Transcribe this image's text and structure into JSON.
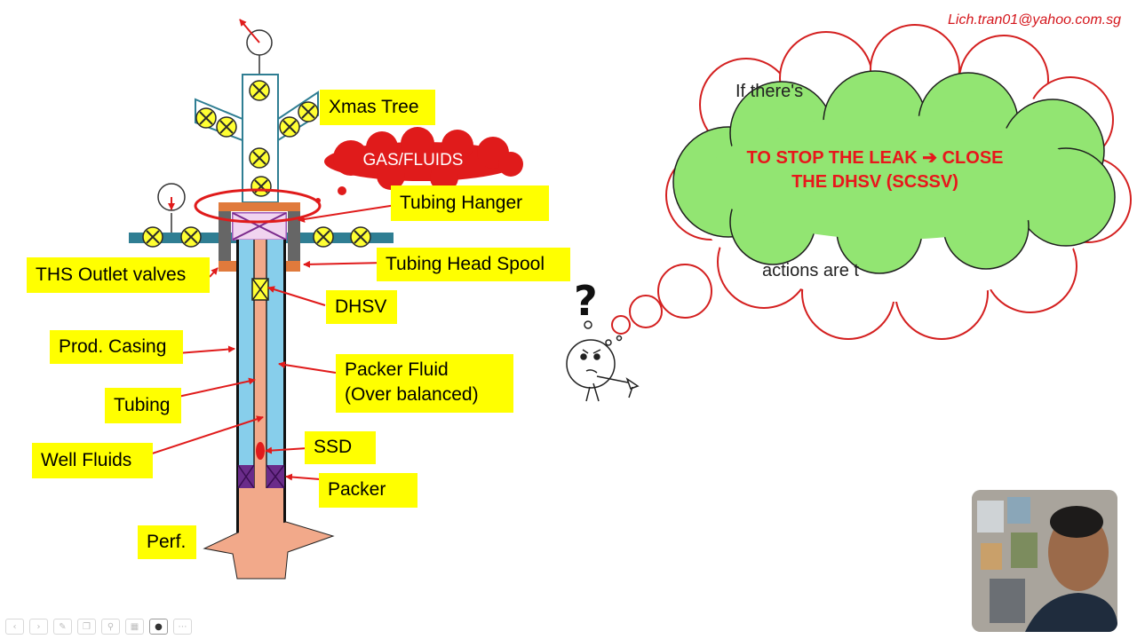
{
  "header": {
    "email": "Lich.tran01@yahoo.com.sg"
  },
  "labels": {
    "xmas_tree": "Xmas Tree",
    "tubing_hanger": "Tubing Hanger",
    "ths_outlet_valves": "THS Outlet valves",
    "tubing_head_spool": "Tubing Head Spool",
    "dhsv": "DHSV",
    "prod_casing": "Prod. Casing",
    "packer_fluid_line1": "Packer Fluid",
    "packer_fluid_line2": "(Over balanced)",
    "tubing": "Tubing",
    "well_fluids": "Well Fluids",
    "ssd": "SSD",
    "packer": "Packer",
    "perf": "Perf."
  },
  "gas_cloud": {
    "text": "GAS/FLUIDS"
  },
  "thought": {
    "line1": "TO STOP THE LEAK ➔ CLOSE",
    "line2": "THE DHSV (SCSSV)",
    "hidden_text_top": "If there's",
    "hidden_text_bottom": "actions are t",
    "question_mark": "?"
  },
  "colors": {
    "label_bg": "#ffff00",
    "arrow": "#e01b1b",
    "cloud_green": "#92e572",
    "cloud_outline": "#d42020",
    "annulus_blue": "#87ceeb",
    "tubing_salmon": "#f2a98a",
    "flange_orange": "#e07a3c",
    "valve_yellow": "#ffff33",
    "flowline_teal": "#2f7e93"
  },
  "toolbar": {
    "icons": [
      "prev-icon",
      "next-icon",
      "pen-icon",
      "copy-icon",
      "zoom-icon",
      "grid-icon",
      "camera-icon",
      "more-icon"
    ]
  }
}
